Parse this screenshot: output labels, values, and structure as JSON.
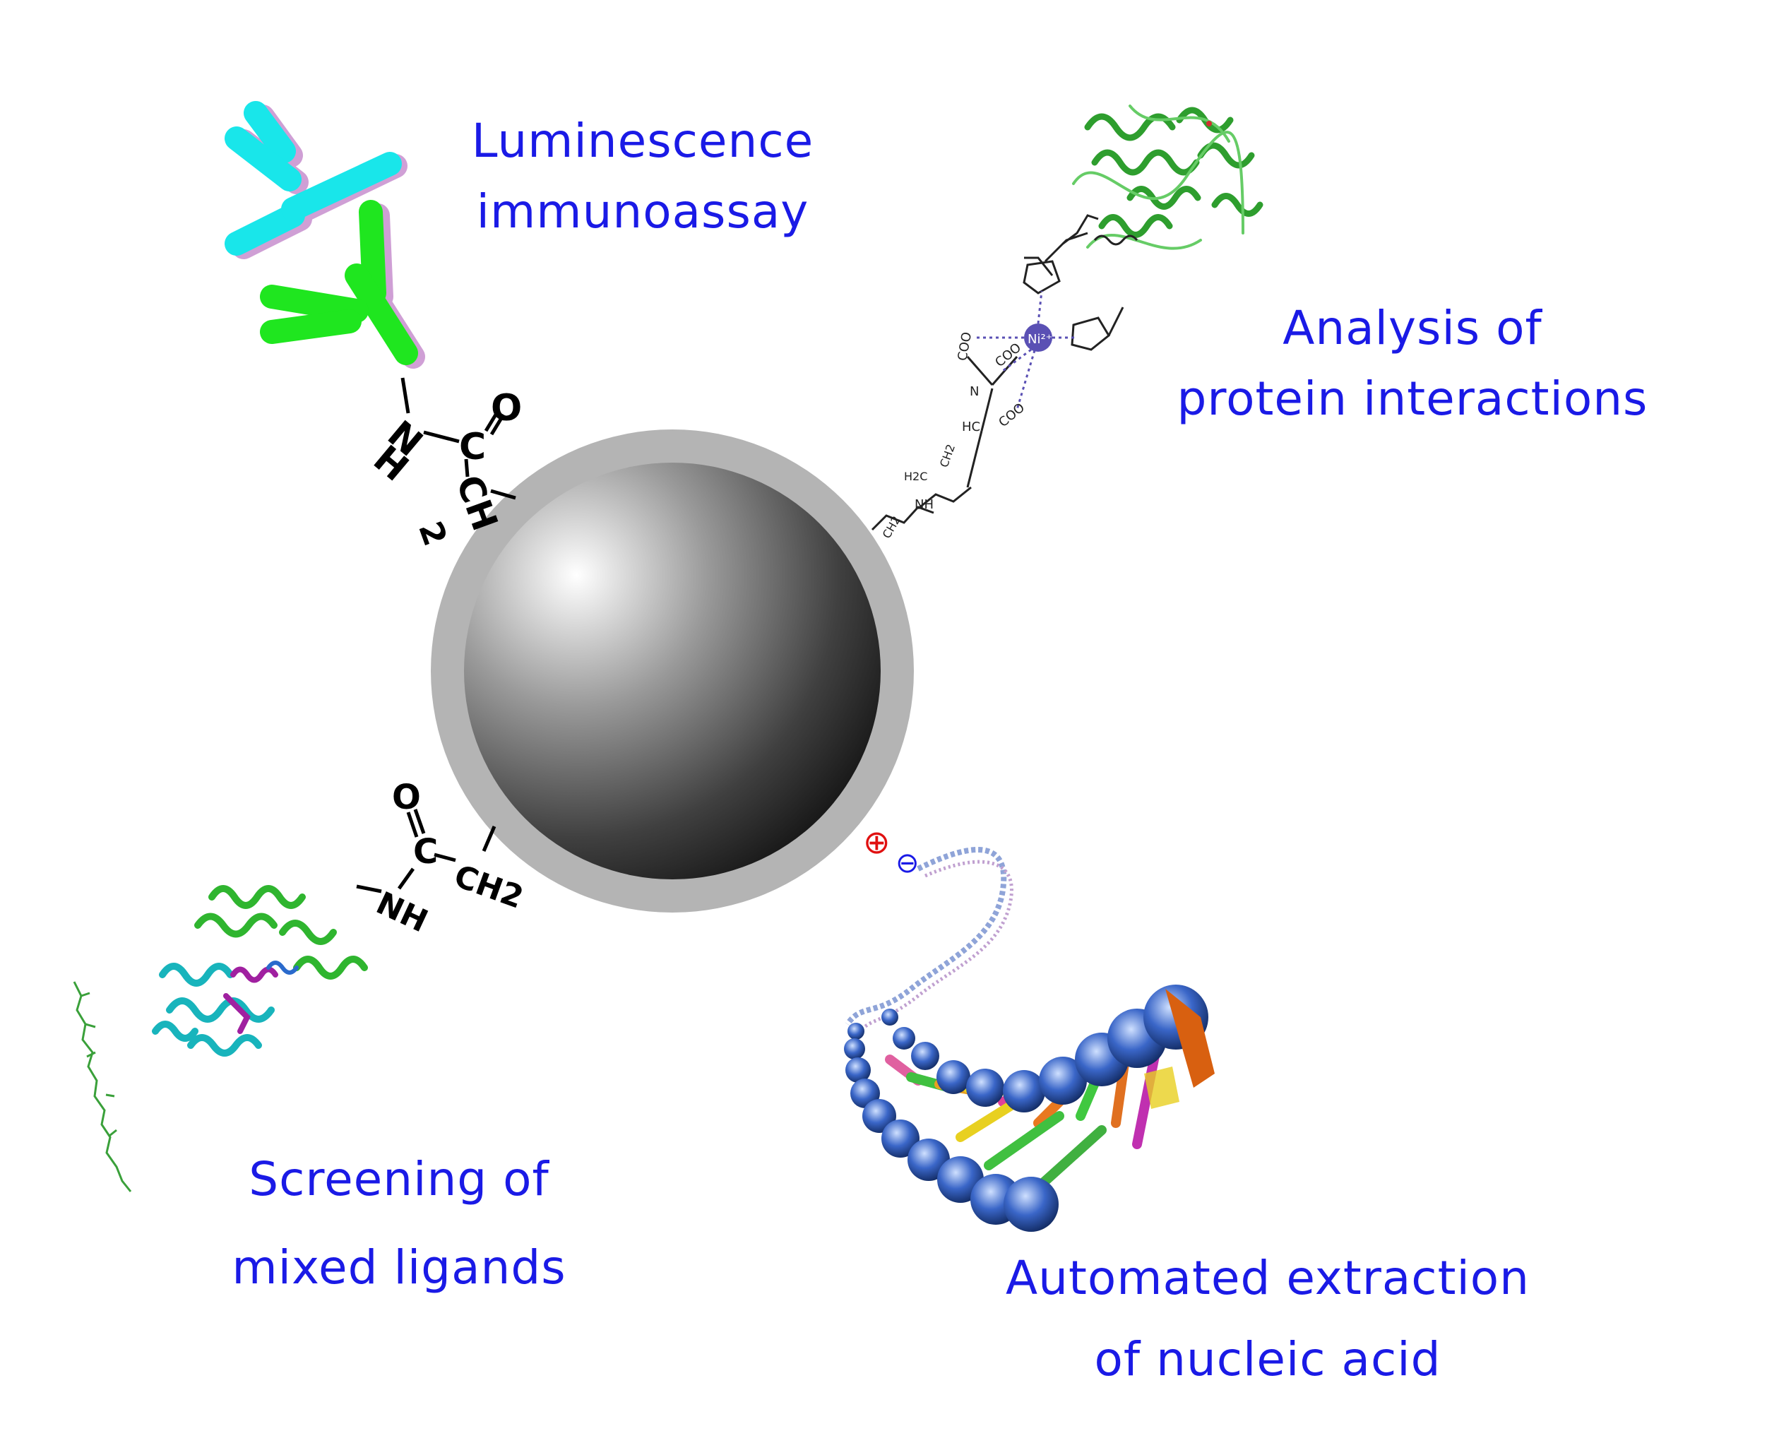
{
  "labels": {
    "luminescence": [
      "Luminescence",
      "immunoassay"
    ],
    "protein": [
      "Analysis of",
      "protein interactions"
    ],
    "screening": [
      "Screening of",
      "mixed ligands"
    ],
    "nucleic": [
      "Automated extraction",
      "of nucleic acid"
    ]
  },
  "chem": {
    "linker_top": {
      "n": "N",
      "h": "H",
      "c": "C",
      "o": "O",
      "ch": "CH",
      "sub2": "2"
    },
    "linker_bottom": {
      "o": "O",
      "c": "C",
      "ch2": "CH2",
      "nh": "NH"
    },
    "nta": {
      "metal": "Ni²⁺",
      "coo": "COO",
      "n": "N",
      "nh": "NH",
      "ch2": "CH2",
      "h2c": "H2C",
      "hc": "HC"
    },
    "charges": {
      "plus": "⊕",
      "minus": "⊖"
    }
  },
  "colors": {
    "label_text": "#1a1ae6",
    "antibody_cyan": "#19e6ea",
    "antibody_green": "#1fe61f",
    "bead_shell": "#b4b4b4",
    "protein_green": "#3cb43c",
    "protein_cyan": "#1ab8c0",
    "nickel": "#5a50b4",
    "charge_plus": "#e01010",
    "charge_minus": "#1a1ae6"
  },
  "icons": [
    "antibody-icon",
    "protein-structure-icon",
    "ligand-molecule-icon",
    "dna-helix-icon",
    "bead-icon"
  ]
}
